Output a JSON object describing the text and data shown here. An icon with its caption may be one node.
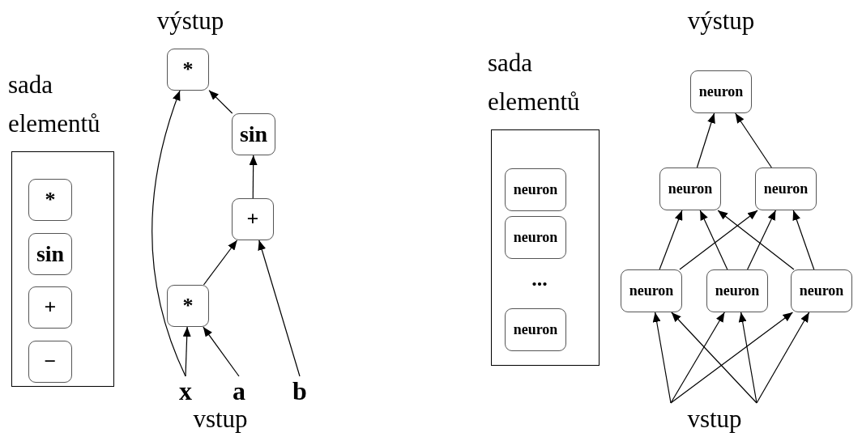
{
  "diagram": {
    "nodes": [
      {
        "text": [
          "sada elementů"
        ]
      },
      {
        "text": [
          "*"
        ],
        "in": 0
      },
      {
        "text": [
          "sin"
        ],
        "in": 0
      },
      {
        "text": [
          "+"
        ],
        "in": 0
      },
      {
        "text": [
          "−"
        ],
        "in": 0
      },
      {
        "text": [
          "*"
        ]
      },
      {
        "text": [
          "sin"
        ]
      },
      {
        "text": [
          "+"
        ]
      },
      {
        "text": [
          "*"
        ]
      },
      {
        "text": [
          "x"
        ]
      },
      {
        "text": [
          "a"
        ]
      },
      {
        "text": [
          "b"
        ]
      },
      {
        "text": [
          "sada elementů"
        ]
      },
      {
        "text": [
          "neuron"
        ],
        "in": 12
      },
      {
        "text": [
          "neuron"
        ],
        "in": 12
      },
      {
        "text": [
          "neuron"
        ],
        "in": 12
      },
      {
        "text": [
          "neuron"
        ]
      },
      {
        "text": [
          "neuron"
        ]
      },
      {
        "text": [
          "neuron"
        ]
      },
      {
        "text": [
          "neuron"
        ]
      },
      {
        "text": [
          "neuron"
        ]
      },
      {
        "text": [
          "neuron"
        ]
      }
    ],
    "edges": [
      {
        "from": 9,
        "to": 8,
        "arrow": "to"
      },
      {
        "from": 10,
        "to": 8,
        "arrow": "to"
      },
      {
        "from": 8,
        "to": 7,
        "arrow": "to"
      },
      {
        "from": 11,
        "to": 7,
        "arrow": "to"
      },
      {
        "from": 7,
        "to": 6,
        "arrow": "to"
      },
      {
        "from": 6,
        "to": 5,
        "arrow": "to"
      },
      {
        "from": 9,
        "to": 5,
        "arrow": "to"
      },
      {
        "from": null,
        "to": 19,
        "arrow": "to"
      },
      {
        "from": null,
        "to": 20,
        "arrow": "to"
      },
      {
        "from": null,
        "to": 21,
        "arrow": "to"
      },
      {
        "from": null,
        "to": 19,
        "arrow": "to"
      },
      {
        "from": null,
        "to": 20,
        "arrow": "to"
      },
      {
        "from": null,
        "to": 21,
        "arrow": "to"
      },
      {
        "from": 19,
        "to": 17,
        "arrow": "to"
      },
      {
        "from": 19,
        "to": 18,
        "arrow": "to"
      },
      {
        "from": 20,
        "to": 17,
        "arrow": "to"
      },
      {
        "from": 20,
        "to": 18,
        "arrow": "to"
      },
      {
        "from": 21,
        "to": 17,
        "arrow": "to"
      },
      {
        "from": 21,
        "to": 18,
        "arrow": "to"
      },
      {
        "from": 17,
        "to": 16,
        "arrow": "to"
      },
      {
        "from": 18,
        "to": 16,
        "arrow": "to"
      }
    ],
    "labels": [
      "výstup",
      "vstup",
      "výstup",
      "...",
      "vstup"
    ]
  }
}
